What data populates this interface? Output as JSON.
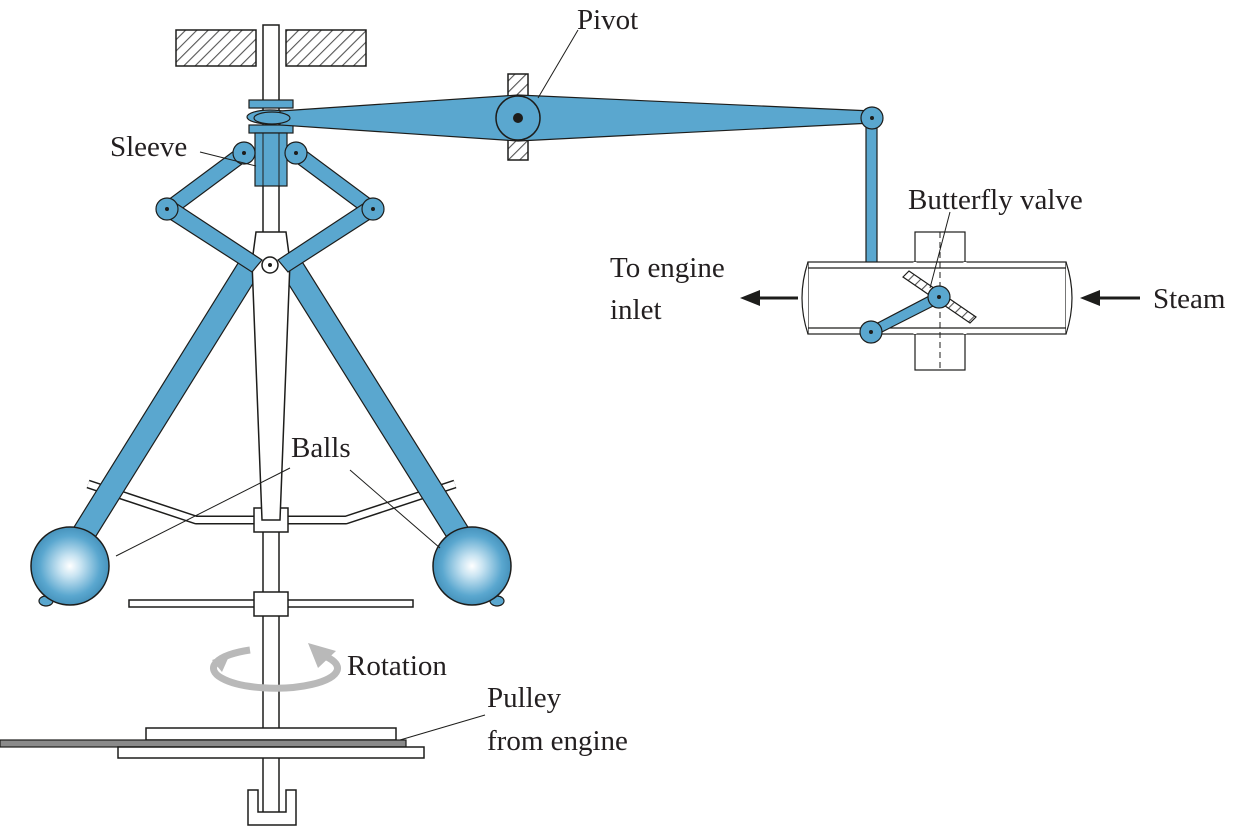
{
  "colors": {
    "linkage": "#5aa7cf",
    "outline": "#1d1d1b",
    "hatch": "#555555",
    "rotation_arrow": "#b9b9b9",
    "text": "#231f20"
  },
  "labels": {
    "pivot": "Pivot",
    "sleeve": "Sleeve",
    "butterfly_valve": "Butterfly valve",
    "to_engine_inlet_line1": "To engine",
    "to_engine_inlet_line2": "inlet",
    "steam": "Steam",
    "balls": "Balls",
    "rotation": "Rotation",
    "pulley_line1": "Pulley",
    "pulley_line2": "from engine"
  }
}
